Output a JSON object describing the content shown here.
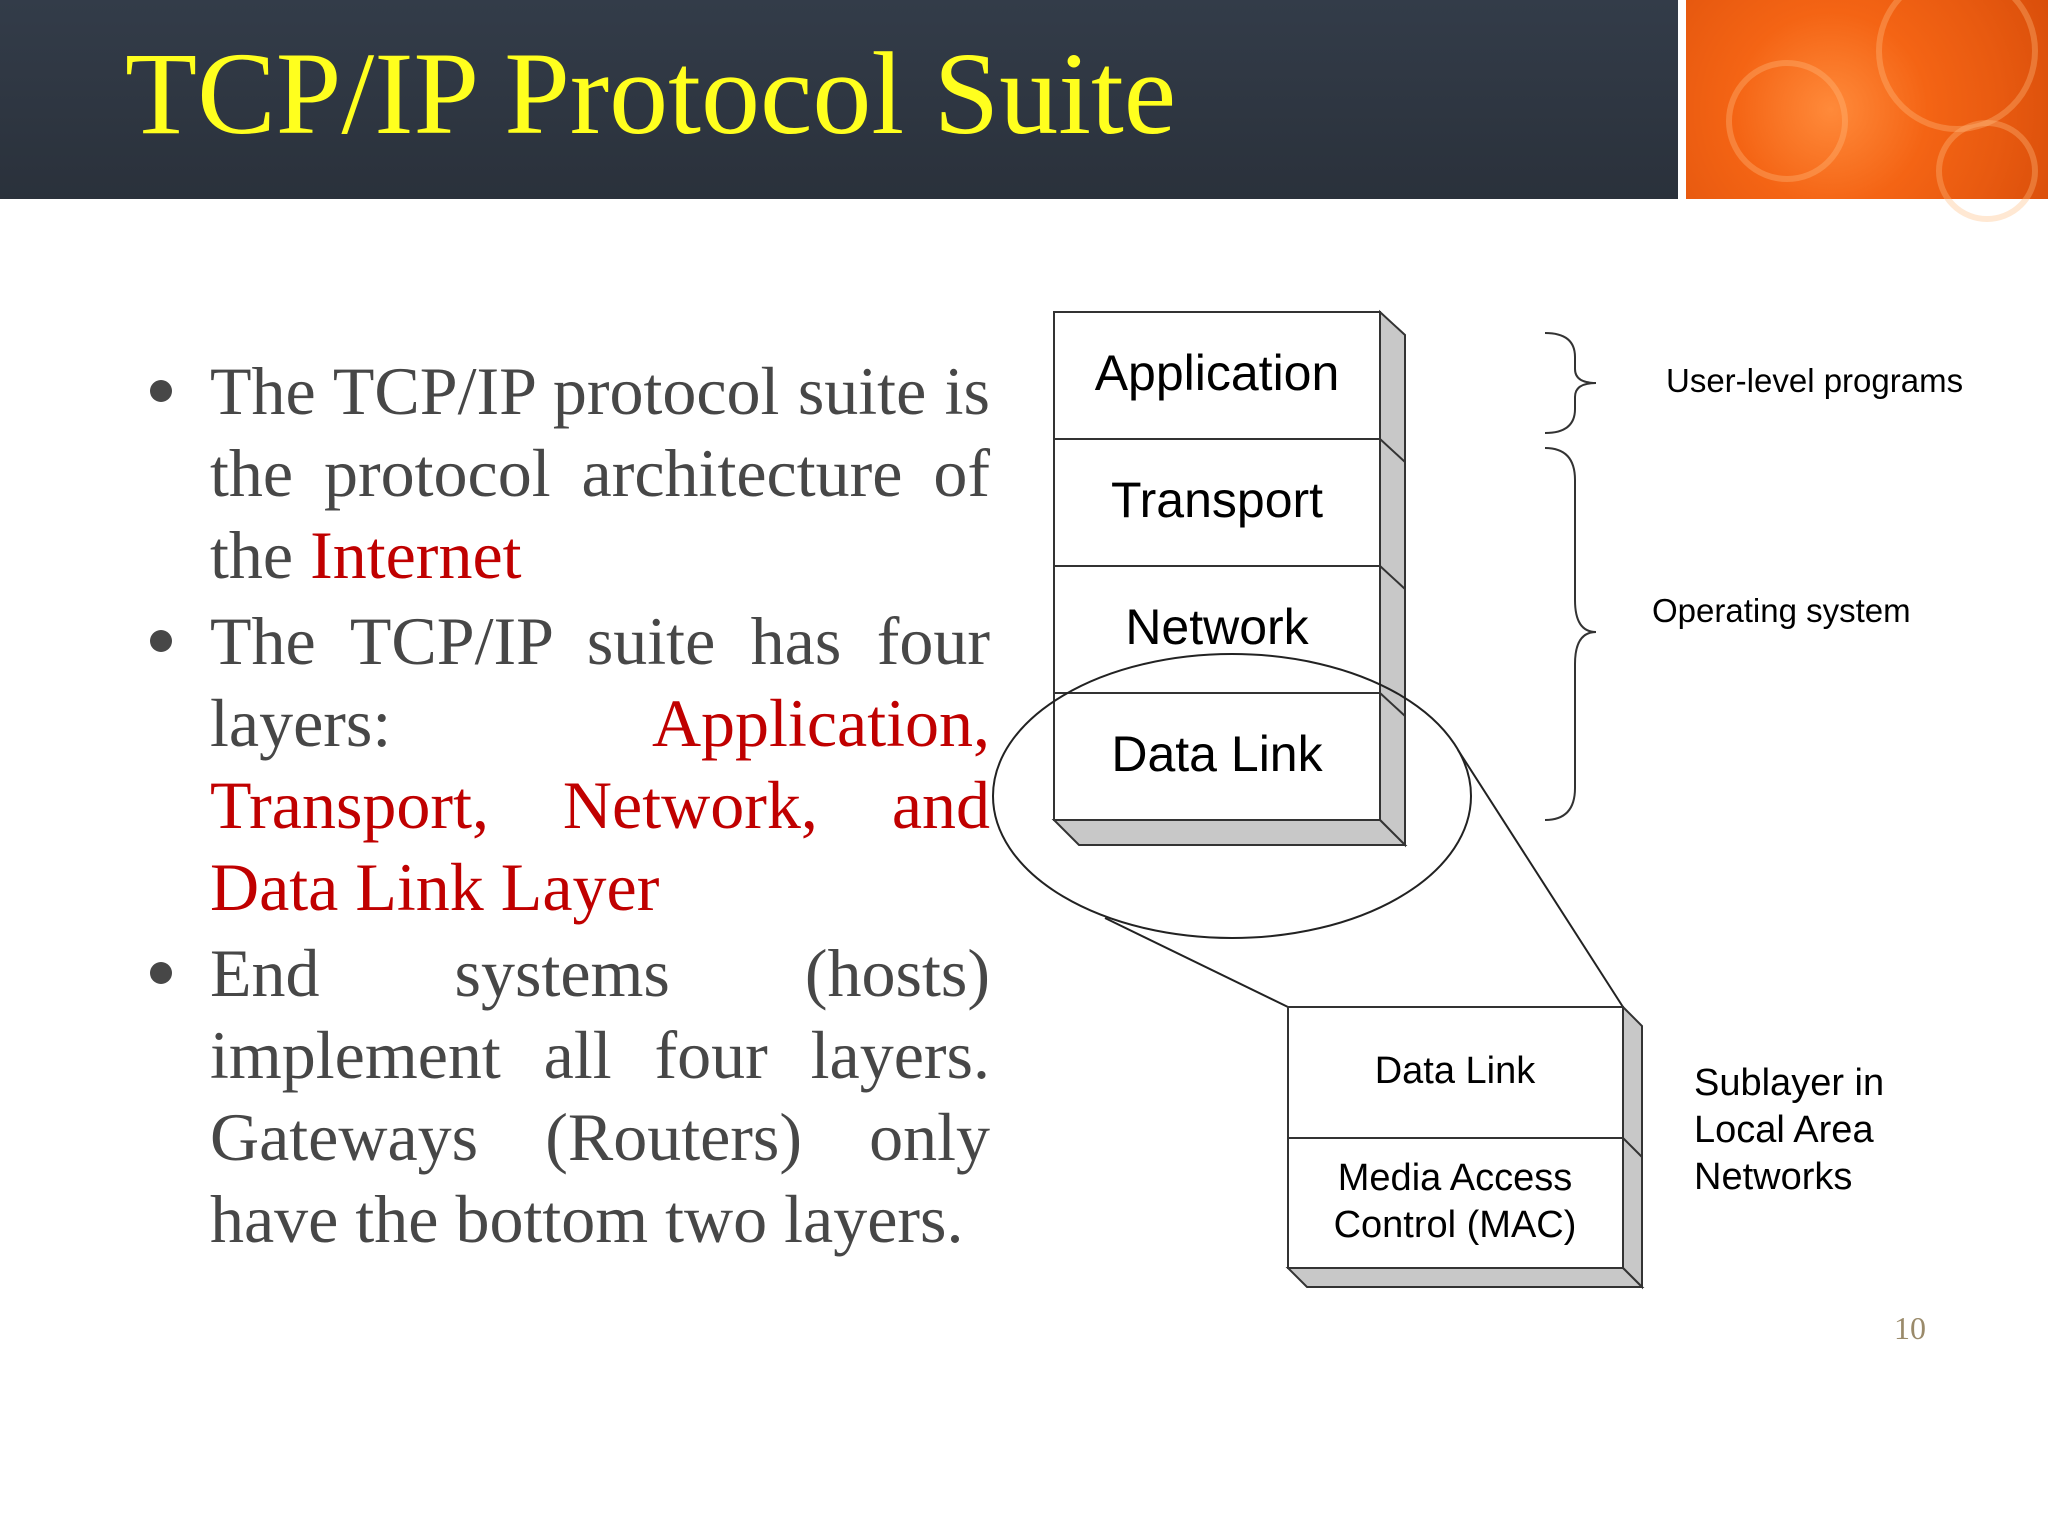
{
  "slide": {
    "title": "TCP/IP Protocol Suite",
    "page_number": "10",
    "bullets": [
      {
        "pre": "The TCP/IP protocol suite is the protocol architecture of the ",
        "highlight": "Internet",
        "post": ""
      },
      {
        "pre": "The TCP/IP suite has four layers: ",
        "highlight": "Application, Transport, Network, and Data Link Layer",
        "post": ""
      },
      {
        "pre": "End systems (hosts) implement all four layers. Gateways (Routers) only have the bottom two layers.",
        "highlight": "",
        "post": ""
      }
    ]
  },
  "diagram": {
    "stack_layers": [
      "Application",
      "Transport",
      "Network",
      "Data Link"
    ],
    "sublayers": [
      "Data Link",
      "Media Access",
      "Control (MAC)"
    ],
    "labels": {
      "user_level": "User-level programs",
      "operating_system": "Operating system",
      "sublayer_line1": "Sublayer in",
      "sublayer_line2": "Local Area",
      "sublayer_line3": "Networks"
    }
  },
  "colors": {
    "title": "#ffff1e",
    "header": "#333c49",
    "accent": "#f46414",
    "body_text": "#474747",
    "highlight": "#c00000"
  }
}
